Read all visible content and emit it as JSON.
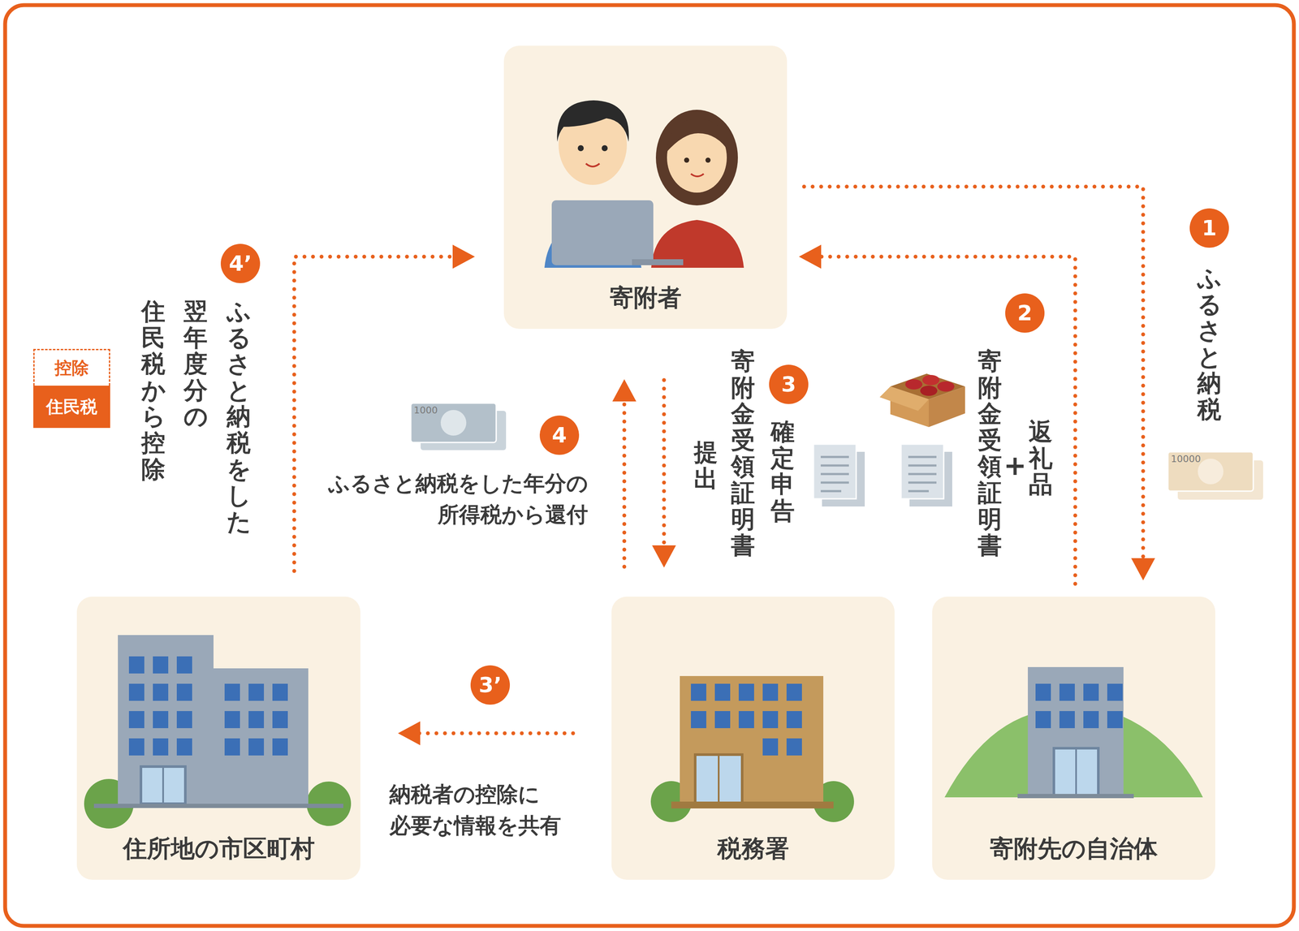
{
  "diagram": {
    "nodes": [
      {
        "text": [
          "寄附者"
        ]
      },
      {
        "text": [
          "住所地の市区町村"
        ]
      },
      {
        "text": [
          "税務署"
        ]
      },
      {
        "text": [
          "寄附先の自治体"
        ]
      },
      {
        "text": [
          "控除",
          "住民税"
        ]
      }
    ],
    "edges": [
      {
        "from": 0,
        "to": 3,
        "arrow": "to",
        "label": "ふるさと納税"
      },
      {
        "from": 3,
        "to": 0,
        "arrow": "to",
        "label": "寄附金受領証明書"
      },
      {
        "from": 0,
        "to": 2,
        "arrow": "to",
        "label": "確定申告"
      },
      {
        "from": 2,
        "to": 0,
        "arrow": "to",
        "label": "ふるさと納税をした年分の 所得税から還付"
      },
      {
        "from": 2,
        "to": 1,
        "arrow": "to",
        "label": "納税者の控除に 必要な情報を共有"
      },
      {
        "from": 1,
        "to": 0,
        "arrow": "to",
        "label": "ふるさと納税をした"
      }
    ],
    "labels": [
      "1",
      "10000",
      "2",
      "返礼品",
      "+",
      "3",
      "寄附金受領証明書",
      "提出",
      "4",
      "1000",
      "3’",
      "4’",
      "翌年度分の",
      "住民税から控除"
    ]
  }
}
